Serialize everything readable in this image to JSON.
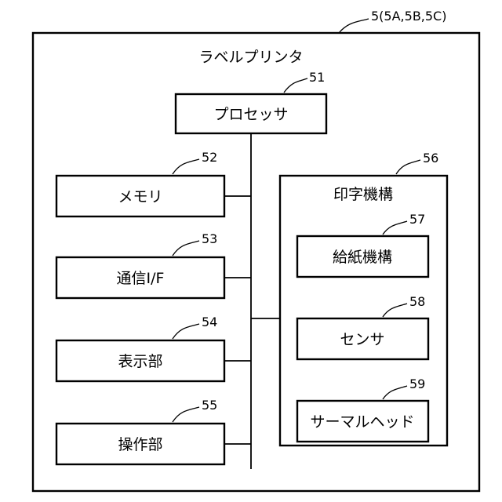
{
  "device": {
    "ref": "5(5A,5B,5C)",
    "title": "ラベルプリンタ"
  },
  "processor": {
    "ref": "51",
    "label": "プロセッサ"
  },
  "components": [
    {
      "ref": "52",
      "label": "メモリ"
    },
    {
      "ref": "53",
      "label": "通信I/F"
    },
    {
      "ref": "54",
      "label": "表示部"
    },
    {
      "ref": "55",
      "label": "操作部"
    }
  ],
  "print_mechanism": {
    "ref": "56",
    "label": "印字機構",
    "parts": [
      {
        "ref": "57",
        "label": "給紙機構"
      },
      {
        "ref": "58",
        "label": "センサ"
      },
      {
        "ref": "59",
        "label": "サーマルヘッド"
      }
    ]
  }
}
